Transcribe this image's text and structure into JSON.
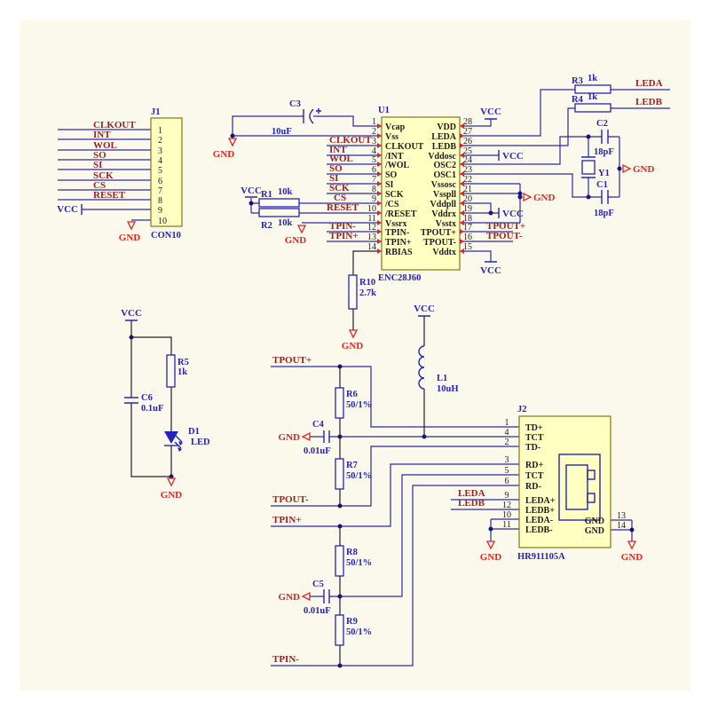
{
  "power": {
    "vcc": "VCC",
    "gnd": "GND"
  },
  "nets": {
    "clkout": "CLKOUT",
    "int": "INT",
    "wol": "WOL",
    "so": "SO",
    "si": "SI",
    "sck": "SCK",
    "cs": "CS",
    "reset": "RESET",
    "tpinm": "TPIN-",
    "tpinp": "TPIN+",
    "tpoutp": "TPOUT+",
    "tpoutm": "TPOUT-",
    "leda": "LEDA",
    "ledb": "LEDB"
  },
  "j1": {
    "ref": "J1",
    "part": "CON10",
    "pins": [
      "1",
      "2",
      "3",
      "4",
      "5",
      "6",
      "7",
      "8",
      "9",
      "10"
    ]
  },
  "u1": {
    "ref": "U1",
    "part": "ENC28J60",
    "lp": [
      "1",
      "2",
      "3",
      "4",
      "5",
      "6",
      "7",
      "8",
      "9",
      "10",
      "11",
      "12",
      "13",
      "14"
    ],
    "ln": [
      "Vcap",
      "Vss",
      "CLKOUT",
      "/INT",
      "/WOL",
      "SO",
      "SI",
      "SCK",
      "/CS",
      "/RESET",
      "Vssrx",
      "TPIN-",
      "TPIN+",
      "RBIAS"
    ],
    "rp": [
      "28",
      "27",
      "26",
      "25",
      "24",
      "23",
      "22",
      "21",
      "20",
      "19",
      "18",
      "17",
      "16",
      "15"
    ],
    "rn": [
      "VDD",
      "LEDA",
      "LEDB",
      "Vddosc",
      "OSC2",
      "OSC1",
      "Vssosc",
      "Vsspll",
      "Vddpll",
      "Vddrx",
      "Vsstx",
      "TPOUT+",
      "TPOUT-",
      "Vddtx"
    ]
  },
  "parts": {
    "c3": {
      "ref": "C3",
      "val": "10uF"
    },
    "r1": {
      "ref": "R1",
      "val": "10k"
    },
    "r2": {
      "ref": "R2",
      "val": "10k"
    },
    "r10": {
      "ref": "R10",
      "val": "2.7k"
    },
    "r3": {
      "ref": "R3",
      "val": "1k"
    },
    "r4": {
      "ref": "R4",
      "val": "1k"
    },
    "c2": {
      "ref": "C2",
      "val": "18pF"
    },
    "c1": {
      "ref": "C1",
      "val": "18pF"
    },
    "y1": {
      "ref": "Y1"
    },
    "r5": {
      "ref": "R5",
      "val": "1k"
    },
    "c6": {
      "ref": "C6",
      "val": "0.1uF"
    },
    "d1": {
      "ref": "D1",
      "val": "LED"
    },
    "l1": {
      "ref": "L1",
      "val": "10uH"
    },
    "r6": {
      "ref": "R6",
      "val": "50/1%"
    },
    "r7": {
      "ref": "R7",
      "val": "50/1%"
    },
    "r8": {
      "ref": "R8",
      "val": "50/1%"
    },
    "r9": {
      "ref": "R9",
      "val": "50/1%"
    },
    "c4": {
      "ref": "C4",
      "val": "0.01uF"
    },
    "c5": {
      "ref": "C5",
      "val": "0.01uF"
    }
  },
  "j2": {
    "ref": "J2",
    "part": "HR911105A",
    "lp": [
      "1",
      "4",
      "2",
      "3",
      "5",
      "6",
      "9",
      "12",
      "10",
      "11"
    ],
    "ln": [
      "TD+",
      "TCT",
      "TD-",
      "RD+",
      "TCT",
      "RD-",
      "LEDA+",
      "LEDB+",
      "LEDA-",
      "LEDB-"
    ],
    "rp": [
      "13",
      "14"
    ],
    "rn": [
      "GND",
      "GND"
    ]
  }
}
